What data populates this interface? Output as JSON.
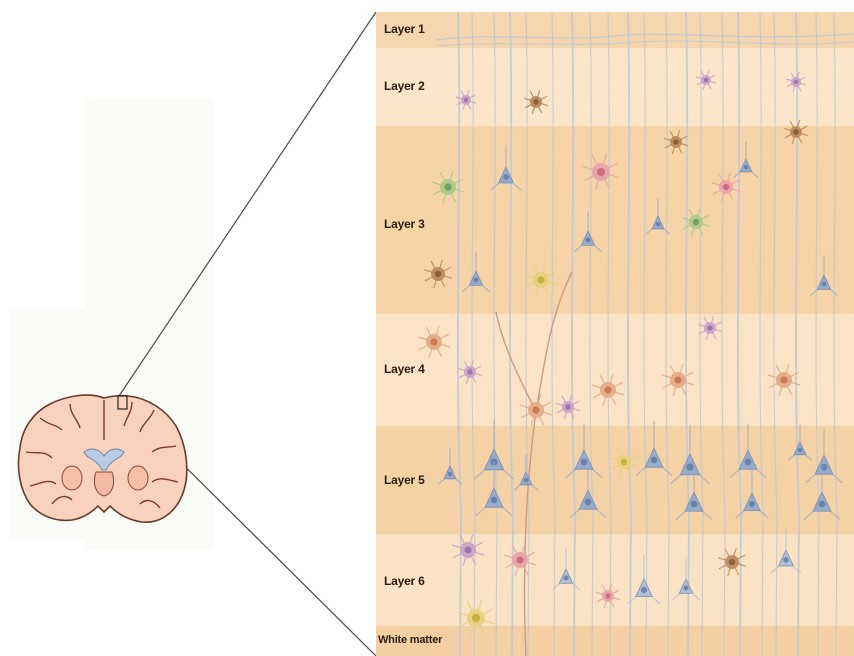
{
  "layers": [
    {
      "label": "Layer 1"
    },
    {
      "label": "Layer 2"
    },
    {
      "label": "Layer 3"
    },
    {
      "label": "Layer 4"
    },
    {
      "label": "Layer 5"
    },
    {
      "label": "Layer 6"
    },
    {
      "label": "White matter"
    }
  ],
  "colors": {
    "band_light": "#f8e2c3",
    "band_dark": "#f3cfa3",
    "fiber": "#b9c9d8",
    "pyramidal": "#8fa7cf",
    "stellate": "#e3a986",
    "brain_fill": "#f9d2bd",
    "brain_outline": "#6a3a2a",
    "ventricle": "#b9cde4"
  }
}
